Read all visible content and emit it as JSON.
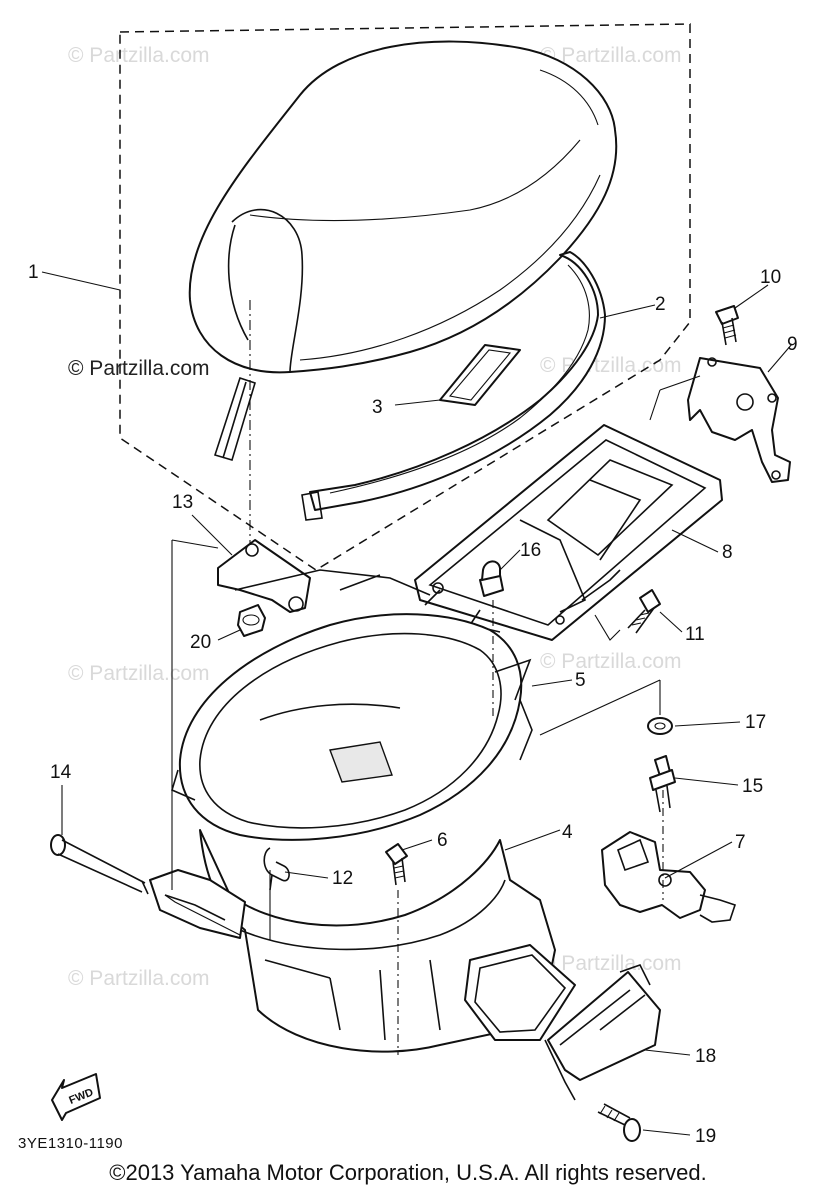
{
  "watermark": "© Partzilla.com",
  "drawing_code": "3YE1310-1190",
  "fwd_label": "FWD",
  "copyright": "©2013  Yamaha Motor Corporation, U.S.A. All rights reserved.",
  "callouts": {
    "c1": "1",
    "c2": "2",
    "c3": "3",
    "c4": "4",
    "c5": "5",
    "c6": "6",
    "c7": "7",
    "c8": "8",
    "c9": "9",
    "c10": "10",
    "c11": "11",
    "c12": "12",
    "c13": "13",
    "c14": "14",
    "c15": "15",
    "c16": "16",
    "c17": "17",
    "c18": "18",
    "c19": "19",
    "c20": "20"
  }
}
